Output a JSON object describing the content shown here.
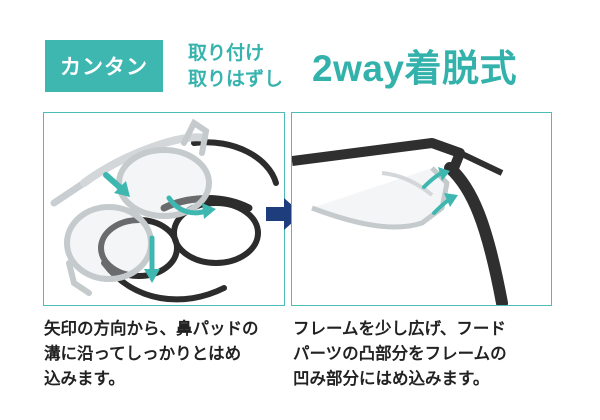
{
  "header": {
    "badge_label": "カンタン",
    "subtitle_line1": "取り付け",
    "subtitle_line2": "取りはずし",
    "headline": "2way着脱式"
  },
  "colors": {
    "accent": "#3fb7b1",
    "navy_arrow": "#1d3d7c",
    "frame_dark": "#333333"
  },
  "captions": {
    "left_line1": "矢印の方向から、鼻パッドの",
    "left_line2": "溝に沿ってしっかりとはめ",
    "left_line3": "込みます。",
    "right_line1": "フレームを少し広げ、フード",
    "right_line2": "パーツの凸部分をフレームの",
    "right_line3": "凹み部分にはめ込みます。"
  },
  "icons": {
    "step_arrow": "right-arrow-icon"
  }
}
